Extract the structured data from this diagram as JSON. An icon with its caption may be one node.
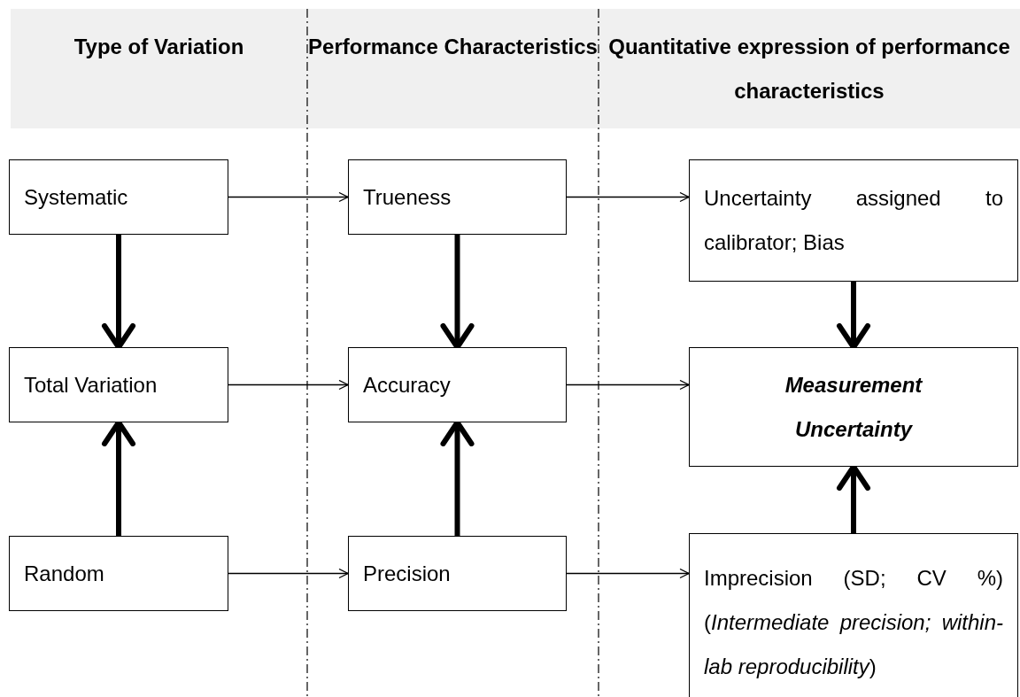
{
  "diagram": {
    "nodes": [
      {
        "text": [
          "Systematic"
        ]
      },
      {
        "text": [
          "Trueness"
        ]
      },
      {
        "text": [
          "Uncertainty assigned to calibrator; Bias"
        ]
      },
      {
        "text": [
          "Total Variation"
        ]
      },
      {
        "text": [
          "Accuracy"
        ]
      },
      {
        "text": [
          "Measurement Uncertainty"
        ]
      },
      {
        "text": [
          "Random"
        ]
      },
      {
        "text": [
          "Precision"
        ]
      },
      {
        "text": [
          "Imprecision (SD; CV %) (*Intermediate precision; within-lab reproducibility*)"
        ]
      }
    ],
    "edges": [
      {
        "from": 0,
        "to": 1,
        "arrow": "to"
      },
      {
        "from": 1,
        "to": 2,
        "arrow": "to"
      },
      {
        "from": 0,
        "to": 3,
        "arrow": "to",
        "style": "thick"
      },
      {
        "from": 1,
        "to": 4,
        "arrow": "to",
        "style": "thick"
      },
      {
        "from": 2,
        "to": 5,
        "arrow": "to",
        "style": "thick"
      },
      {
        "from": 3,
        "to": 4,
        "arrow": "to"
      },
      {
        "from": 4,
        "to": 5,
        "arrow": "to"
      },
      {
        "from": 6,
        "to": 3,
        "arrow": "to",
        "style": "thick"
      },
      {
        "from": 7,
        "to": 4,
        "arrow": "to",
        "style": "thick"
      },
      {
        "from": 8,
        "to": 5,
        "arrow": "to",
        "style": "thick"
      },
      {
        "from": 6,
        "to": 7,
        "arrow": "to"
      },
      {
        "from": 7,
        "to": 8,
        "arrow": "to"
      }
    ],
    "labels": [
      "Type of Variation",
      "Performance Characteristics",
      "Quantitative expression of performance characteristics"
    ]
  }
}
